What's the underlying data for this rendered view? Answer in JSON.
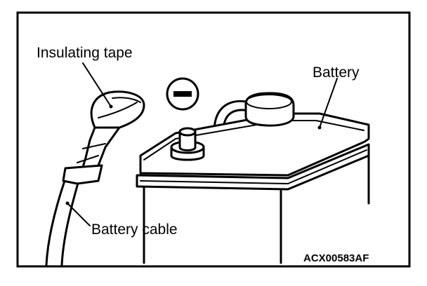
{
  "labels": {
    "insulating_tape": "Insulating tape",
    "battery": "Battery",
    "battery_cable": "Battery cable",
    "negative_symbol": "−"
  },
  "figure_id": "ACX00583AF"
}
